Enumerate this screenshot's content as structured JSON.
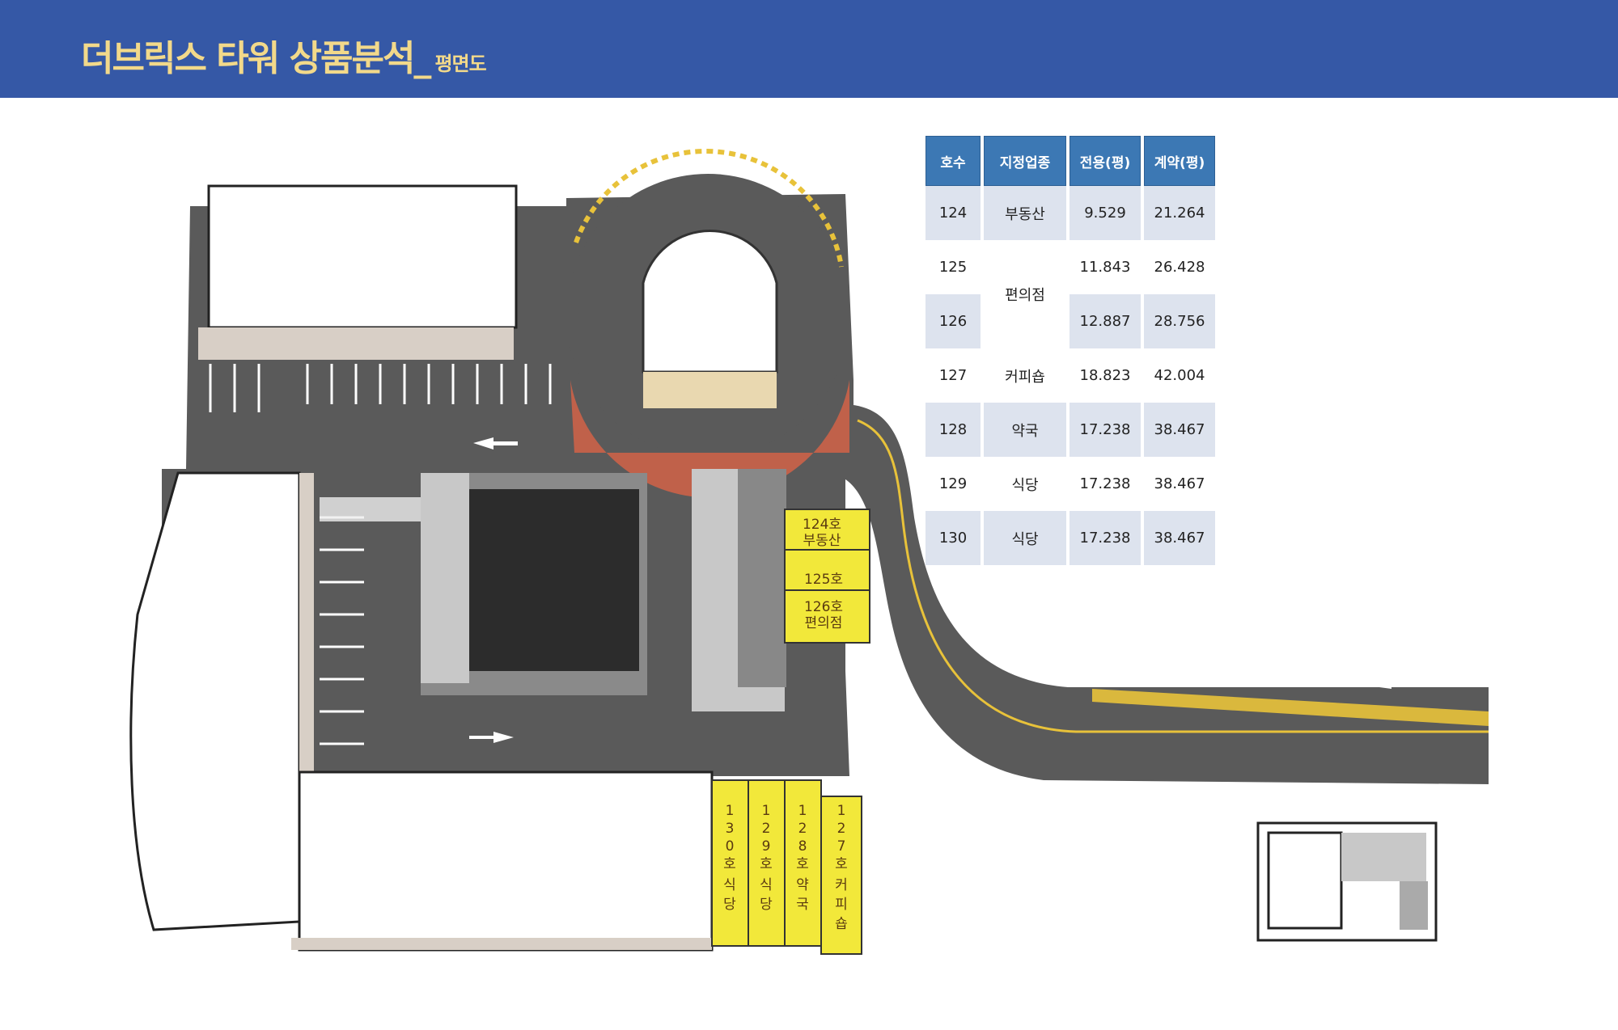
{
  "header": {
    "title": "더브릭스 타워 상품분석_",
    "subtitle": "평면도",
    "background": "#3558a6",
    "title_color": "#f2d98a"
  },
  "table": {
    "columns": [
      "호수",
      "지정업종",
      "전용(평)",
      "계약(평)"
    ],
    "rows": [
      {
        "unit": "124",
        "use": "부동산",
        "exclusive": "9.529",
        "contract": "21.264"
      },
      {
        "unit": "125",
        "use": "편의점",
        "exclusive": "11.843",
        "contract": "26.428"
      },
      {
        "unit": "126",
        "use": "",
        "exclusive": "12.887",
        "contract": "28.756"
      },
      {
        "unit": "127",
        "use": "커피숍",
        "exclusive": "18.823",
        "contract": "42.004"
      },
      {
        "unit": "128",
        "use": "약국",
        "exclusive": "17.238",
        "contract": "38.467"
      },
      {
        "unit": "129",
        "use": "식당",
        "exclusive": "17.238",
        "contract": "38.467"
      },
      {
        "unit": "130",
        "use": "식당",
        "exclusive": "17.238",
        "contract": "38.467"
      }
    ]
  },
  "plan": {
    "highlight_color": "#f2e83a",
    "units_east": [
      {
        "name": "124호",
        "use": "부동산"
      },
      {
        "name": "125호",
        "use": ""
      },
      {
        "name": "126호",
        "use": "편의점"
      }
    ],
    "units_south": [
      {
        "chars": [
          "1",
          "3",
          "0",
          "호",
          "식",
          "당"
        ]
      },
      {
        "chars": [
          "1",
          "2",
          "9",
          "호",
          "식",
          "당"
        ]
      },
      {
        "chars": [
          "1",
          "2",
          "8",
          "호",
          "약",
          "국"
        ]
      },
      {
        "chars": [
          "1",
          "2",
          "7",
          "호",
          "커",
          "피",
          "숍"
        ]
      }
    ]
  }
}
